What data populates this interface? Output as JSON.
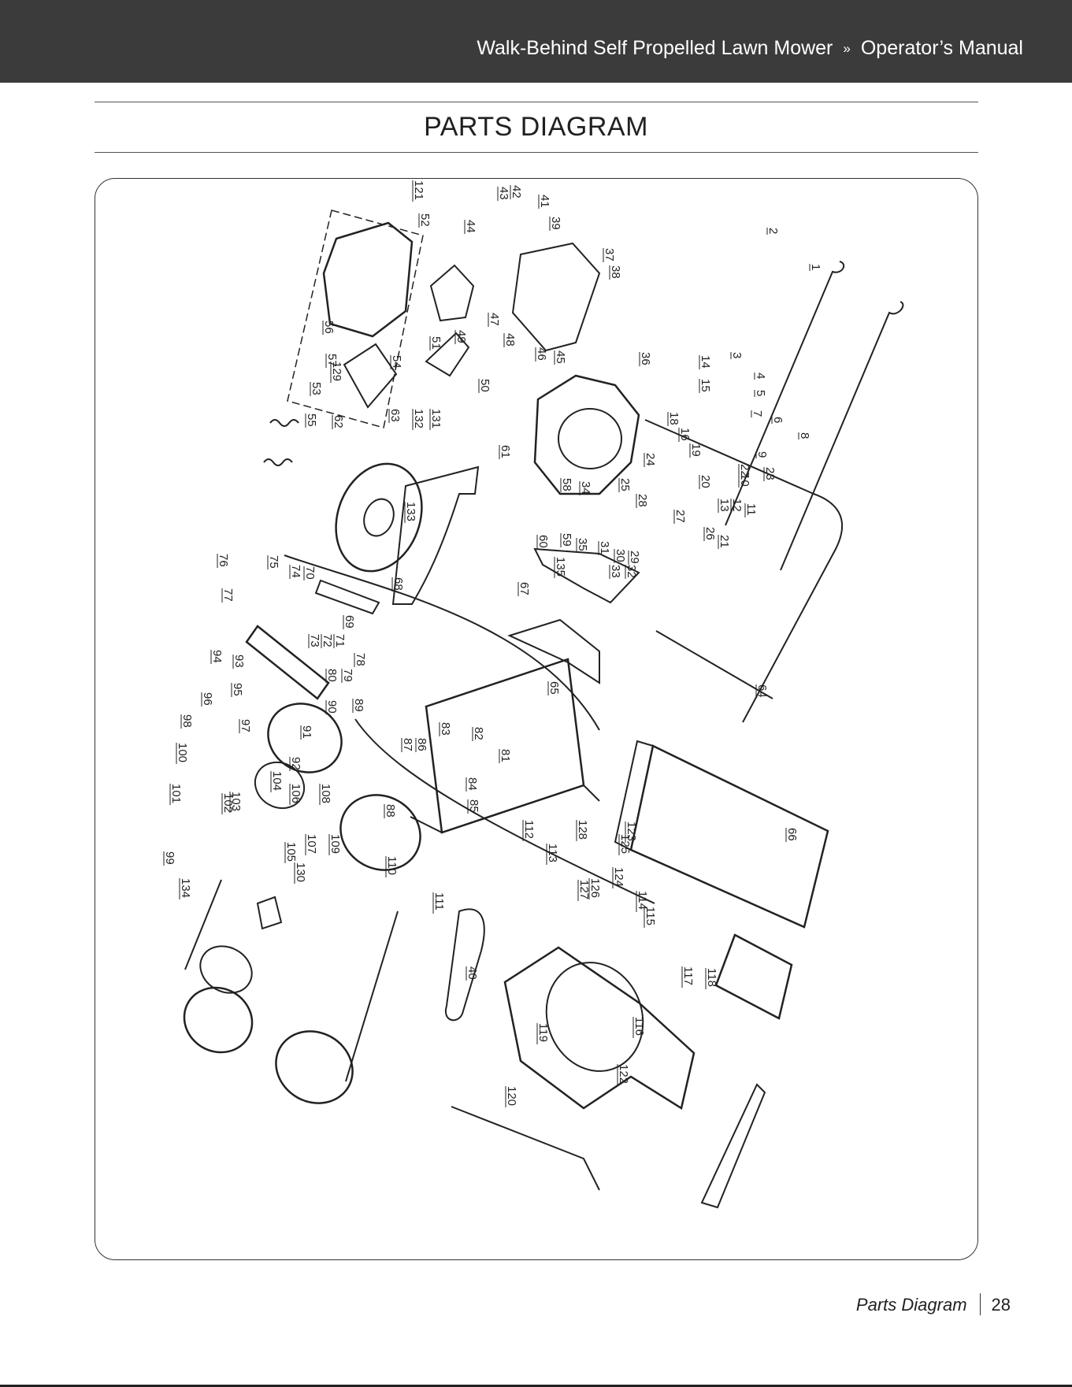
{
  "header": {
    "product": "Walk-Behind Self Propelled Lawn Mower",
    "separator": "»",
    "manual": "Operator’s Manual"
  },
  "page_title": "PARTS DIAGRAM",
  "diagram": {
    "callouts": [
      "1",
      "2",
      "3",
      "4",
      "5",
      "6",
      "7",
      "8",
      "9",
      "10",
      "11",
      "12",
      "13",
      "14",
      "15",
      "16",
      "18",
      "19",
      "20",
      "21",
      "22",
      "23",
      "24",
      "25",
      "26",
      "27",
      "28",
      "29",
      "30",
      "31",
      "32",
      "33",
      "34",
      "35",
      "36",
      "37",
      "38",
      "39",
      "40",
      "41",
      "42",
      "43",
      "44",
      "45",
      "46",
      "47",
      "48",
      "49",
      "50",
      "51",
      "52",
      "53",
      "54",
      "55",
      "56",
      "57",
      "58",
      "59",
      "60",
      "61",
      "62",
      "63",
      "64",
      "65",
      "66",
      "67",
      "68",
      "69",
      "70",
      "71",
      "72",
      "73",
      "74",
      "75",
      "76",
      "77",
      "78",
      "79",
      "80",
      "81",
      "82",
      "83",
      "84",
      "85",
      "86",
      "87",
      "88",
      "89",
      "90",
      "91",
      "92",
      "93",
      "94",
      "95",
      "96",
      "97",
      "98",
      "99",
      "100",
      "101",
      "102",
      "103",
      "104",
      "105",
      "106",
      "107",
      "108",
      "109",
      "110",
      "111",
      "112",
      "113",
      "114",
      "115",
      "116",
      "117",
      "118",
      "119",
      "120",
      "121",
      "122",
      "123",
      "124",
      "125",
      "126",
      "127",
      "128",
      "129",
      "130",
      "131",
      "132",
      "133",
      "134",
      "135"
    ]
  },
  "footer": {
    "section": "Parts Diagram",
    "page_number": "28"
  }
}
